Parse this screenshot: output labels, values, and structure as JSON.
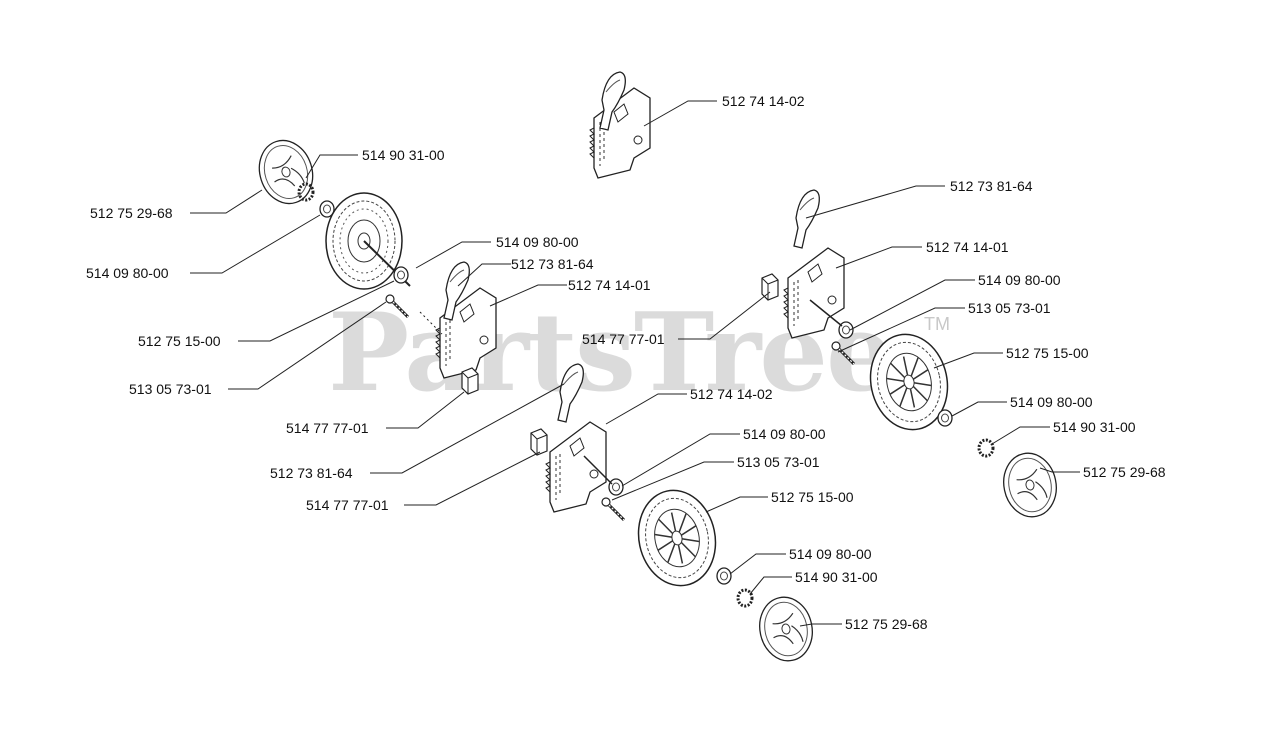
{
  "watermark": {
    "text": "PartsTree",
    "mark": "TM"
  },
  "labels": {
    "a1": "512 74 14-02",
    "a2": "514 90 31-00",
    "a3": "512 75 29-68",
    "a4": "514 09 80-00",
    "a5": "512 73 81-64",
    "a6": "512 74 14-01",
    "a7": "512 75 15-00",
    "a8": "513 05 73-01",
    "a9": "514 77 77-01",
    "a10": "512 73 81-64",
    "b1": "512 73 81-64",
    "b2": "512 74 14-01",
    "b3": "514 09 80-00",
    "b4": "513 05 73-01",
    "b5": "514 77 77-01",
    "b6": "512 75 15-00",
    "b7": "514 09 80-00",
    "b8": "514 90 31-00",
    "b9": "512 75 29-68",
    "c1": "512 74 14-02",
    "c2": "514 09 80-00",
    "c3": "513 05 73-01",
    "c4": "514 77 77-01",
    "c5": "512 75 15-00",
    "c6": "514 09 80-00",
    "c7": "514 90 31-00",
    "c8": "512 75 29-68"
  }
}
